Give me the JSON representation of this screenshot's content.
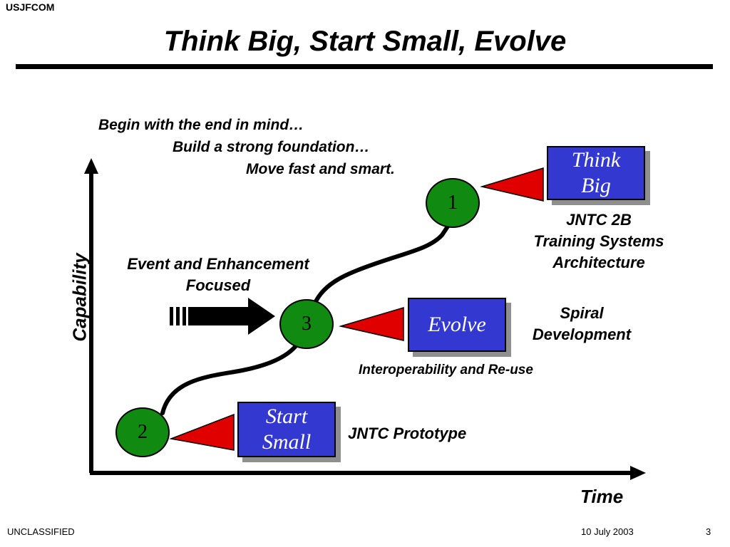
{
  "header": {
    "org": "USJFCOM",
    "title": "Think Big, Start Small, Evolve"
  },
  "taglines": [
    "Begin with the end in mind…",
    "Build a strong foundation…",
    "Move fast and  smart."
  ],
  "axes": {
    "y_label": "Capability",
    "x_label": "Time"
  },
  "nodes": [
    {
      "id": "1",
      "label": "1"
    },
    {
      "id": "2",
      "label": "2"
    },
    {
      "id": "3",
      "label": "3"
    }
  ],
  "boxes": {
    "think_big": {
      "line1": "Think",
      "line2": "Big"
    },
    "evolve": {
      "label": "Evolve"
    },
    "start_small": {
      "line1": "Start",
      "line2": "Small"
    }
  },
  "labels": {
    "jntc_2b": [
      "JNTC 2B",
      "Training Systems",
      "Architecture"
    ],
    "spiral": [
      "Spiral",
      "Development"
    ],
    "interop": "Interoperability and Re-use",
    "prototype": "JNTC Prototype",
    "event": [
      "Event and Enhancement",
      "Focused"
    ]
  },
  "footer": {
    "classification": "UNCLASSIFIED",
    "date": "10 July 2003",
    "page": "3"
  },
  "colors": {
    "node_fill": "#118a11",
    "box_fill": "#3338d0",
    "pointer_red": "#e00000",
    "shadow": "#8f8f8f"
  }
}
